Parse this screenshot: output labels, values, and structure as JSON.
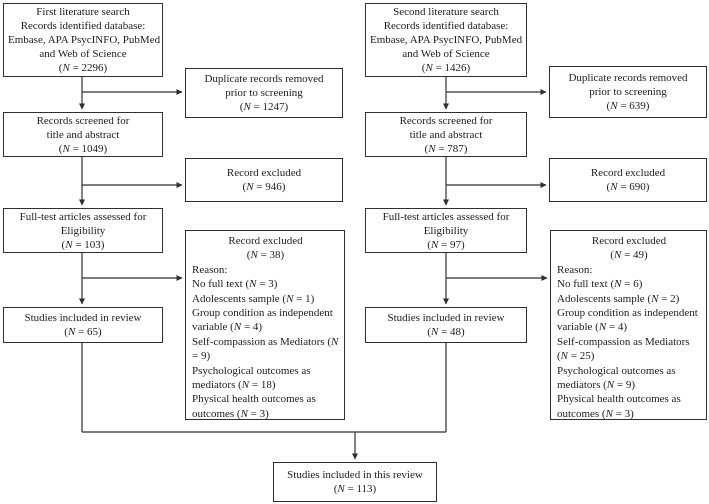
{
  "figure": {
    "background_color": "#ffffff",
    "line_color": "#2f2f2f",
    "description": "PRISMA-style literature search flow diagram with two parallel searches merging into one final box"
  },
  "boxes": {
    "first_search": {
      "lines": [
        "First literature search",
        "Records identified database:",
        "Embase, APA PsycINFO, PubMed",
        "and Web of Science",
        "(N = 2296)"
      ]
    },
    "dup_left": {
      "lines": [
        "Duplicate records removed",
        "prior to screening",
        "(N = 1247)"
      ]
    },
    "screened_left": {
      "lines": [
        "Records screened for",
        "title and abstract",
        "(N = 1049)"
      ]
    },
    "excluded1_left": {
      "lines": [
        "Record excluded",
        "(N = 946)"
      ]
    },
    "fulltext_left": {
      "lines": [
        "Full-test articles assessed for",
        "Eligibility",
        "(N = 103)"
      ]
    },
    "excluded2_left": {
      "lines": [
        "Record excluded",
        "(N = 38)"
      ],
      "reasons": [
        "Reason:",
        "No full text (N = 3)",
        "Adolescents sample (N = 1)",
        "Group condition as independent variable (N = 4)",
        "Self-compassion as Mediators (N = 9)",
        "Psychological outcomes as mediators (N = 18)",
        "Physical health outcomes as outcomes (N = 3)"
      ]
    },
    "included_left": {
      "lines": [
        "Studies included in review",
        "(N = 65)"
      ]
    },
    "second_search": {
      "lines": [
        "Second literature search",
        "Records identified database:",
        "Embase, APA PsycINFO, PubMed",
        "and Web of Science",
        "(N = 1426)"
      ]
    },
    "dup_right": {
      "lines": [
        "Duplicate records removed",
        "prior to screening",
        "(N = 639)"
      ]
    },
    "screened_right": {
      "lines": [
        "Records screened for",
        "title and abstract",
        "(N = 787)"
      ]
    },
    "excluded1_right": {
      "lines": [
        "Record excluded",
        "(N = 690)"
      ]
    },
    "fulltext_right": {
      "lines": [
        "Full-test articles assessed for",
        "Eligibility",
        "(N = 97)"
      ]
    },
    "excluded2_right": {
      "lines": [
        "Record excluded",
        "(N = 49)"
      ],
      "reasons": [
        "Reason:",
        "No full text (N = 6)",
        "Adolescents sample (N = 2)",
        "Group condition as independent variable (N = 4)",
        "Self-compassion as Mediators (N = 25)",
        "Psychological outcomes as mediators (N = 9)",
        "Physical health outcomes as outcomes (N = 3)"
      ]
    },
    "included_right": {
      "lines": [
        "Studies included in review",
        "(N = 48)"
      ]
    },
    "final": {
      "lines": [
        "Studies included in this review",
        "(N = 113)"
      ]
    }
  }
}
